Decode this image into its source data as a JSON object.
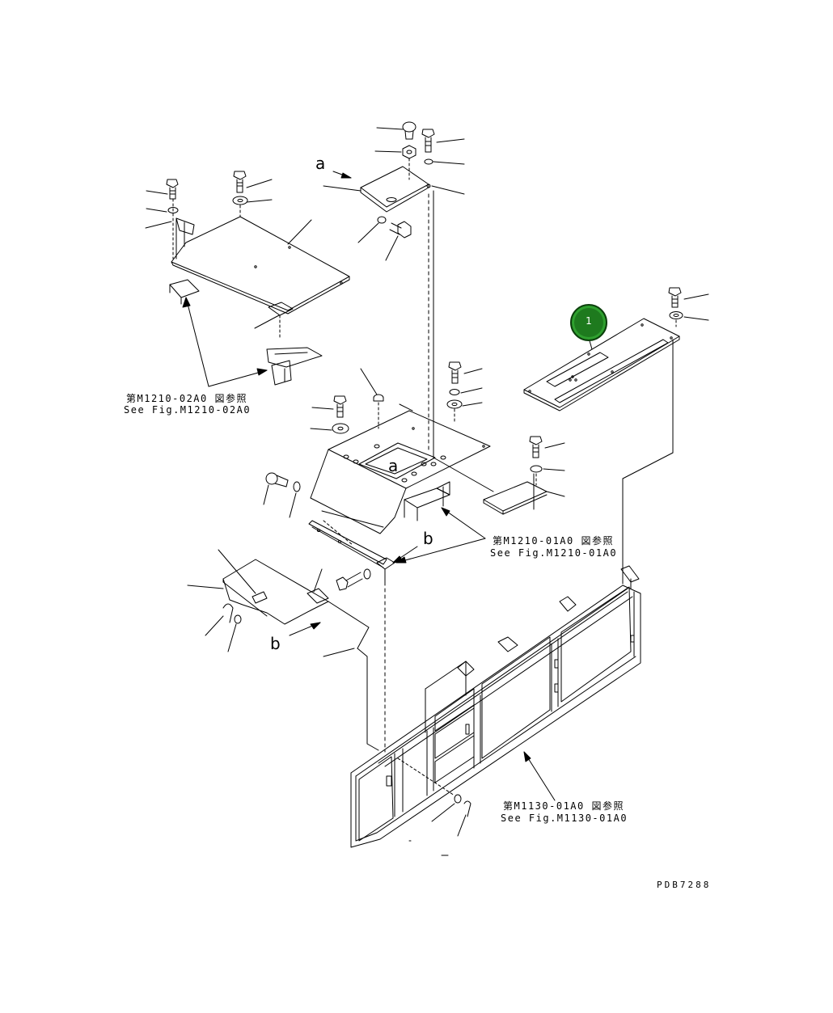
{
  "callout": {
    "number": "1",
    "color": "#1e7a1e"
  },
  "refs": {
    "m1210_02": {
      "jp": "第M1210-02A0 図参照",
      "en": "See Fig.M1210-02A0"
    },
    "m1210_01": {
      "jp": "第M1210-01A0 図参照",
      "en": "See Fig.M1210-01A0"
    },
    "m1130_01": {
      "jp": "第M1130-01A0 図参照",
      "en": "See Fig.M1130-01A0"
    }
  },
  "markers": {
    "a": "a",
    "b": "b"
  },
  "drawing_code": "PDB7288"
}
